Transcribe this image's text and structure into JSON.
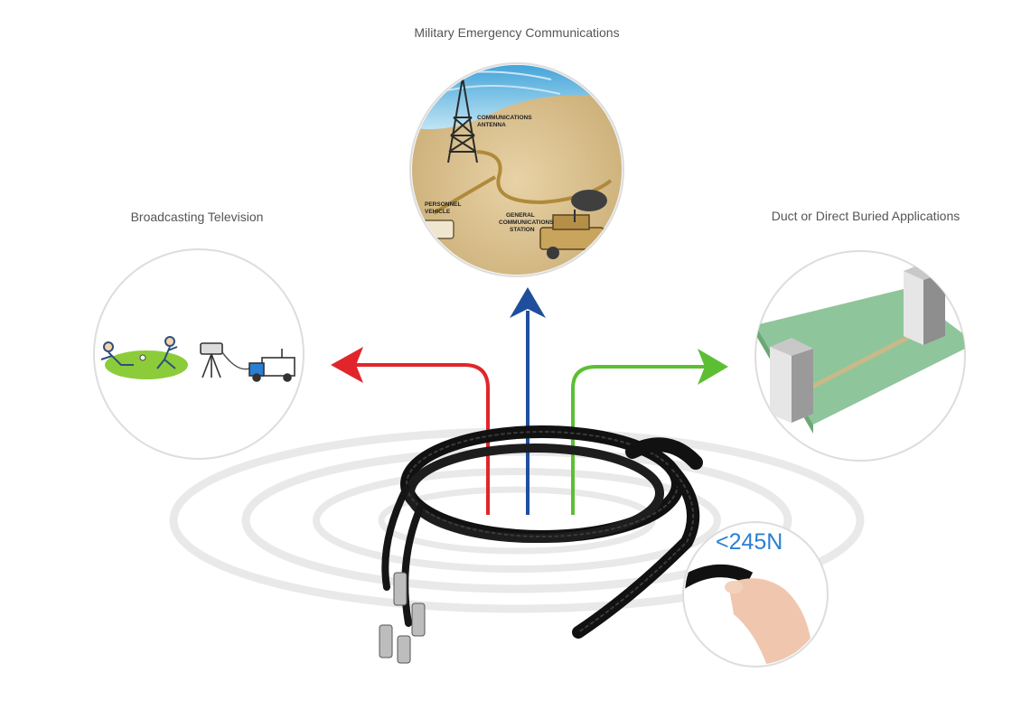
{
  "captions": {
    "military": "Military Emergency Communications",
    "broadcast": "Broadcasting Television",
    "duct": "Duct or Direct Buried Applications"
  },
  "military_labels": {
    "antenna_line1": "COMMUNICATIONS",
    "antenna_line2": "ANTENNA",
    "vehicle_line1": "PERSONNEL",
    "vehicle_line2": "VEHICLE",
    "station_line1": "GENERAL",
    "station_line2": "COMMUNICATIONS",
    "station_line3": "STATION"
  },
  "force_label": "<245N",
  "colors": {
    "arrow_left": "#e0262b",
    "arrow_up": "#1f4e9c",
    "arrow_right": "#5cbf33",
    "force_text": "#2a7fd3",
    "caption_text": "#555555"
  },
  "icons": {
    "left": "arrow-left-icon",
    "up": "arrow-up-icon",
    "right": "arrow-right-icon"
  }
}
